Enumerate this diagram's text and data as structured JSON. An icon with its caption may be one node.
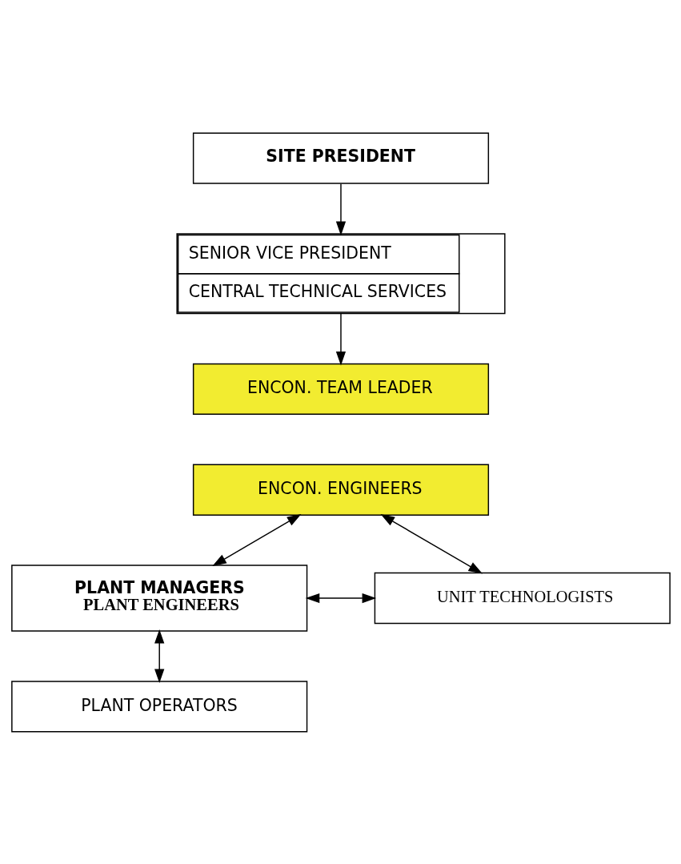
{
  "diagram": {
    "nodes": [
      {
        "text": [
          "SITE PRESIDENT"
        ]
      },
      {
        "text": [
          "SENIOR VICE PRESIDENT",
          "CENTRAL TECHNICAL SERVICES"
        ]
      },
      {
        "text": [
          "ENCON. TEAM LEADER"
        ]
      },
      {
        "text": [
          "ENCON. ENGINEERS"
        ]
      },
      {
        "text": [
          "PLANT MANAGERS",
          "PLANT ENGINEERS"
        ]
      },
      {
        "text": [
          "UNIT TECHNOLOGISTS"
        ]
      },
      {
        "text": [
          "PLANT OPERATORS"
        ]
      }
    ],
    "edges": [
      {
        "from": 0,
        "to": 1,
        "arrow": "to"
      },
      {
        "from": 1,
        "to": 2,
        "arrow": "to"
      },
      {
        "from": 3,
        "to": 4,
        "arrow": "both"
      },
      {
        "from": 3,
        "to": 5,
        "arrow": "both"
      },
      {
        "from": 4,
        "to": 5,
        "arrow": "both"
      },
      {
        "from": 4,
        "to": 6,
        "arrow": "both"
      }
    ]
  }
}
